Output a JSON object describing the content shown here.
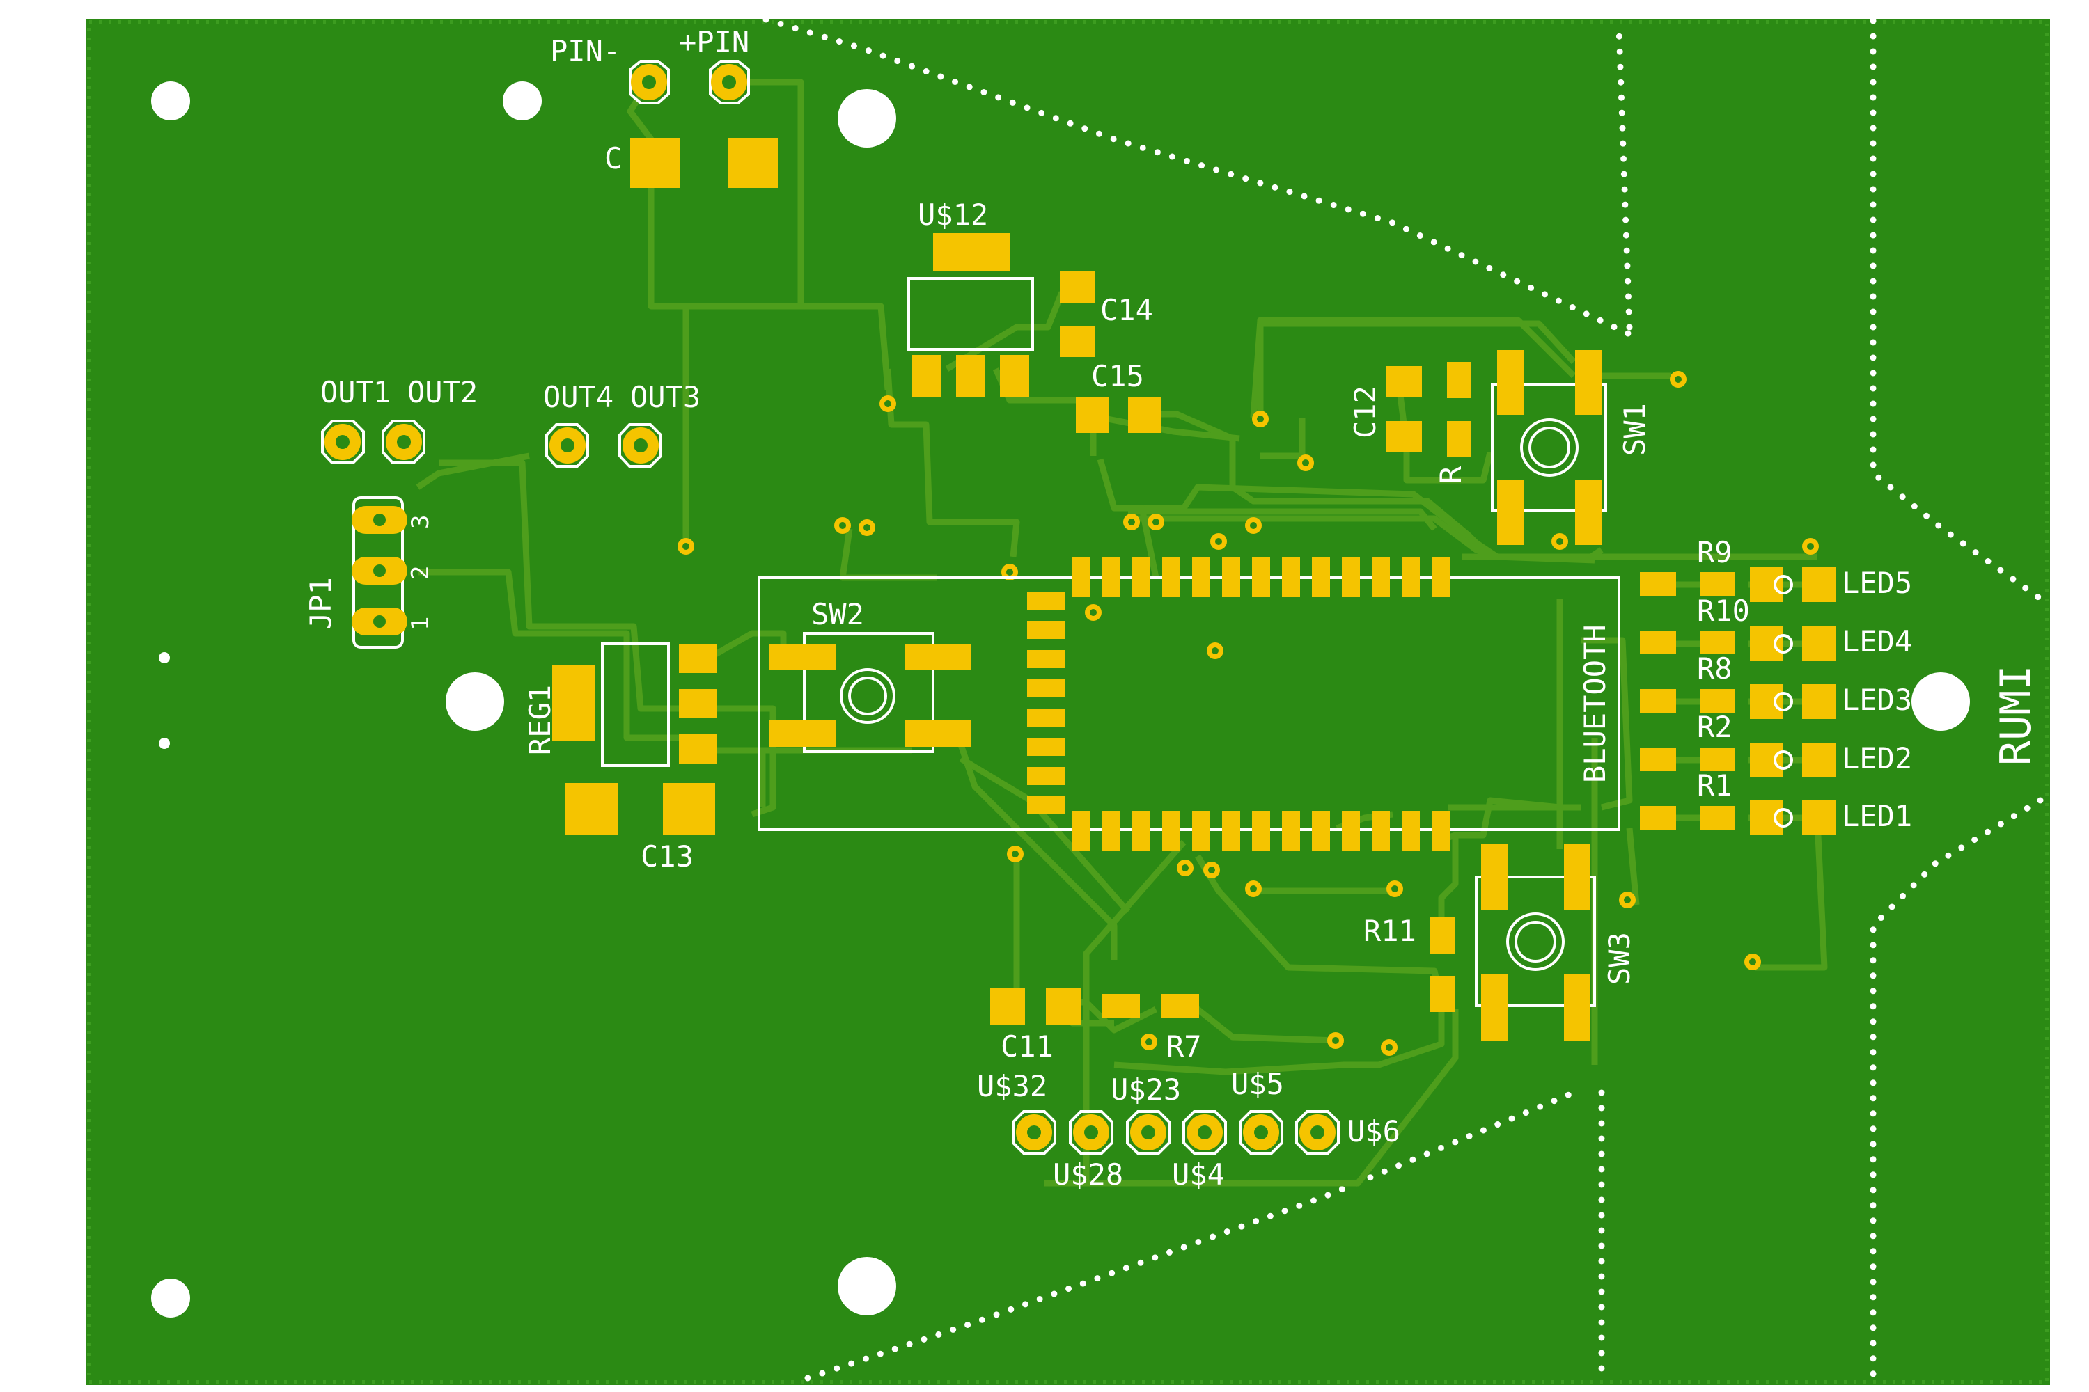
{
  "board": {
    "colors": {
      "substrate": "#2b8a14",
      "trace": "#4e9e1c",
      "pad": "#f5c400",
      "silkscreen": "#ffffff",
      "background": "#ffffff"
    },
    "labels": {
      "pin_minus": "PIN-",
      "pin_plus": "+PIN",
      "c_partial": "C",
      "u12": "U$12",
      "c14": "C14",
      "c15": "C15",
      "c12": "C12",
      "r_partial": "R",
      "sw1": "SW1",
      "out1": "OUT1",
      "out2": "OUT2",
      "out4": "OUT4",
      "out3": "OUT3",
      "jp1": "JP1",
      "jp1_pin1": "1",
      "jp1_pin2": "2",
      "jp1_pin3": "3",
      "reg1": "REG1",
      "c13": "C13",
      "sw2": "SW2",
      "bluetooth": "BLUETOOTH",
      "r9": "R9",
      "r10": "R10",
      "r8": "R8",
      "r2": "R2",
      "r1": "R1",
      "led5": "LED5",
      "led4": "LED4",
      "led3": "LED3",
      "led2": "LED2",
      "led1": "LED1",
      "rumi": "RUMI",
      "r11": "R11",
      "sw3": "SW3",
      "c11": "C11",
      "r7": "R7",
      "u32": "U$32",
      "u23": "U$23",
      "u5": "U$5",
      "u6": "U$6",
      "u28": "U$28",
      "u4": "U$4"
    }
  }
}
